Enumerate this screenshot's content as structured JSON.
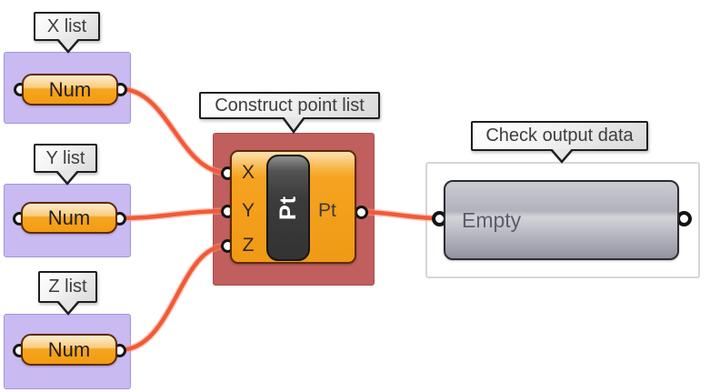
{
  "palette": {
    "wire_core": "#f15a37",
    "wire_halo": "#f69b82",
    "group_purple_fill": "#c9baf1",
    "group_purple_border": "#a393de",
    "group_red_fill": "#c15e5e",
    "group_red_border": "#aa4e4e",
    "group_white_border": "#d6d6d6",
    "component_orange": "#f5a321",
    "component_border": "#5f2a05",
    "icon_dark": "#3c3c3c",
    "panel_gray": "#b2b2bc"
  },
  "callouts": {
    "x": "X list",
    "y": "Y list",
    "z": "Z list",
    "construct": "Construct point list",
    "check": "Check output data"
  },
  "sliders": {
    "x": {
      "label": "Num"
    },
    "y": {
      "label": "Num"
    },
    "z": {
      "label": "Num"
    }
  },
  "construct": {
    "inputs": [
      "X",
      "Y",
      "Z"
    ],
    "icon_text": "Pt",
    "output_label": "Pt"
  },
  "panel": {
    "text": "Empty"
  }
}
